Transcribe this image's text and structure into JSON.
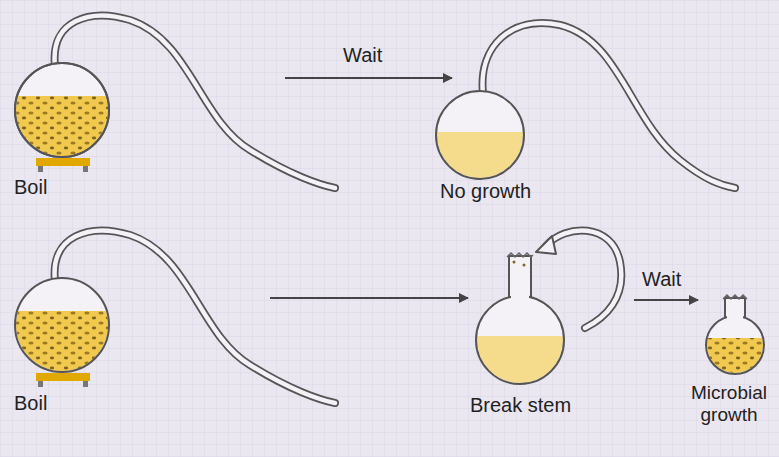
{
  "diagram": {
    "labels": [
      "Wait",
      "Boil",
      "No growth",
      "Wait",
      "Boil",
      "Break stem",
      "Microbial growth"
    ]
  }
}
